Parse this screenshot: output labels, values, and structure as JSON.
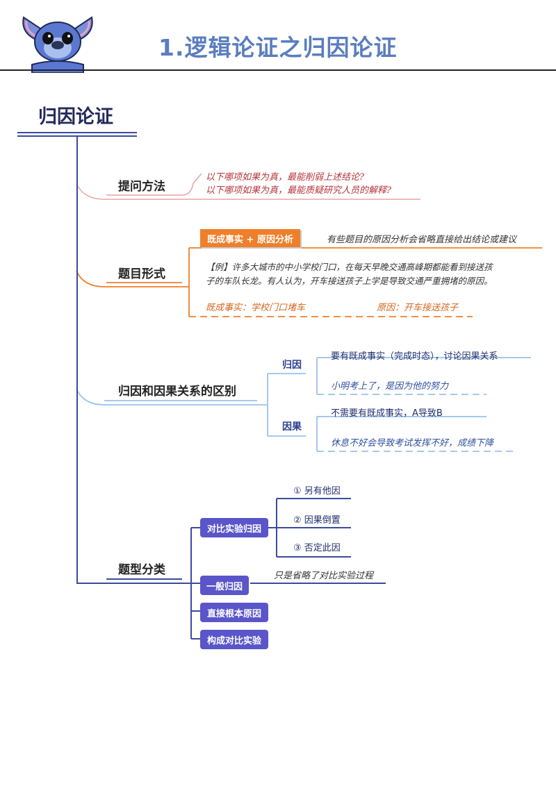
{
  "header": {
    "title": "1.逻辑论证之归因论证",
    "mascot_icon": "stitch-mascot-icon"
  },
  "main_title": "归因论证",
  "branches": {
    "ask_method": {
      "label": "提问方法",
      "lines": [
        "以下哪项如果为真，最能削弱上述结论?",
        "以下哪项如果为真，最能质疑研究人员的解释?"
      ]
    },
    "question_form": {
      "label": "题目形式",
      "badge": "既成事实 + 原因分析",
      "badge_note": "有些题目的原因分析会省略直接给出结论或建议",
      "example_line1": "【例】许多大城市的中小学校门口，在每天早晚交通高峰期都能看到接送孩",
      "example_line2": "子的车队长龙。有人认为，开车接送孩子上学是导致交通严重拥堵的原因。",
      "fact": "既成事实：学校门口堵车",
      "cause": "原因：开车接送孩子"
    },
    "difference": {
      "label": "归因和因果关系的区别",
      "attribution": {
        "label": "归因",
        "rule": "要有既成事实（完成时态），讨论因果关系",
        "example": "小明考上了，是因为他的努力"
      },
      "causality": {
        "label": "因果",
        "rule": "不需要有既成事实，A导致B",
        "example": "休息不好会导致考试发挥不好，成绩下降"
      }
    },
    "classification": {
      "label": "题型分类",
      "contrast": {
        "label": "对比实验归因",
        "items": [
          "① 另有他因",
          "② 因果倒置",
          "③ 否定此因"
        ]
      },
      "general": {
        "label": "一般归因",
        "note": "只是省略了对比实验过程"
      },
      "direct": "直接根本原因",
      "construct": "构成对比实验"
    }
  },
  "colors": {
    "navy": "#3a4a9c",
    "orange": "#ef7f2b",
    "purple": "#5a55c9",
    "light_blue": "#9cc1ea",
    "red": "#b5343a"
  }
}
